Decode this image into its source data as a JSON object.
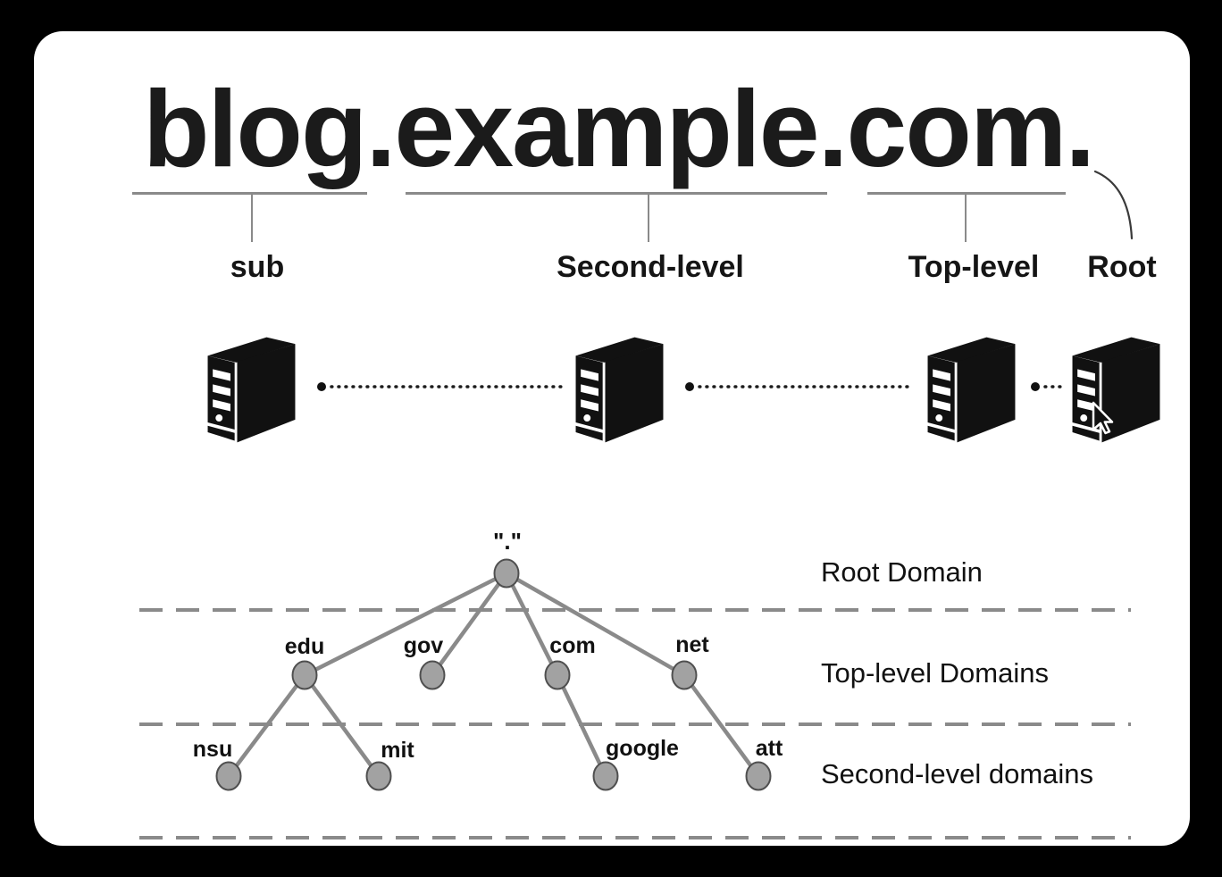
{
  "domain_breakdown": {
    "full_domain": "blog.example.com.",
    "parts": [
      {
        "segment": "blog",
        "label": "sub"
      },
      {
        "segment": "example",
        "label": "Second-level"
      },
      {
        "segment": "com",
        "label": "Top-level"
      },
      {
        "segment": ".",
        "label": "Root"
      }
    ]
  },
  "server_row": {
    "server_count": 4,
    "icon": "server-tower-icon",
    "link_style": "dotted",
    "cursor": "mouse-pointer-over-root-server"
  },
  "hierarchy_tree": {
    "root_label": "\".\"",
    "top_level_nodes": [
      "edu",
      "gov",
      "com",
      "net"
    ],
    "second_level_nodes": [
      "nsu",
      "mit",
      "google",
      "att"
    ],
    "level_labels": [
      "Root Domain",
      "Top-level Domains",
      "Second-level domains"
    ]
  },
  "colors": {
    "background": "#000000",
    "card": "#ffffff",
    "text": "#1b1b1b",
    "line_gray": "#8a8a8a",
    "node_fill": "#a2a2a2",
    "node_stroke": "#4f4f4f",
    "server_black": "#111111"
  }
}
